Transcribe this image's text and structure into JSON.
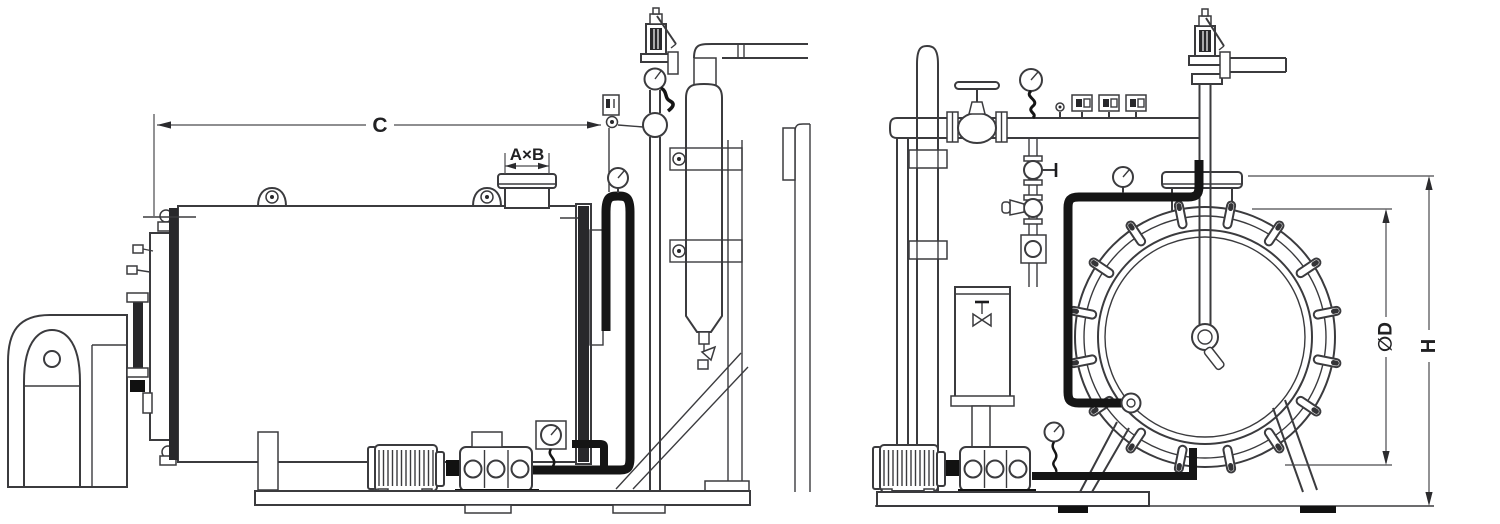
{
  "labels": {
    "length": "C",
    "nozzle": "A×B",
    "diameter": "∅D",
    "height": "H"
  },
  "colors": {
    "line": "#3b3b3e",
    "heavy_pipe": "#151515",
    "dark_fill": "#28282b",
    "dimension": "#4a4a4e",
    "text": "#212123",
    "background": "#ffffff"
  }
}
